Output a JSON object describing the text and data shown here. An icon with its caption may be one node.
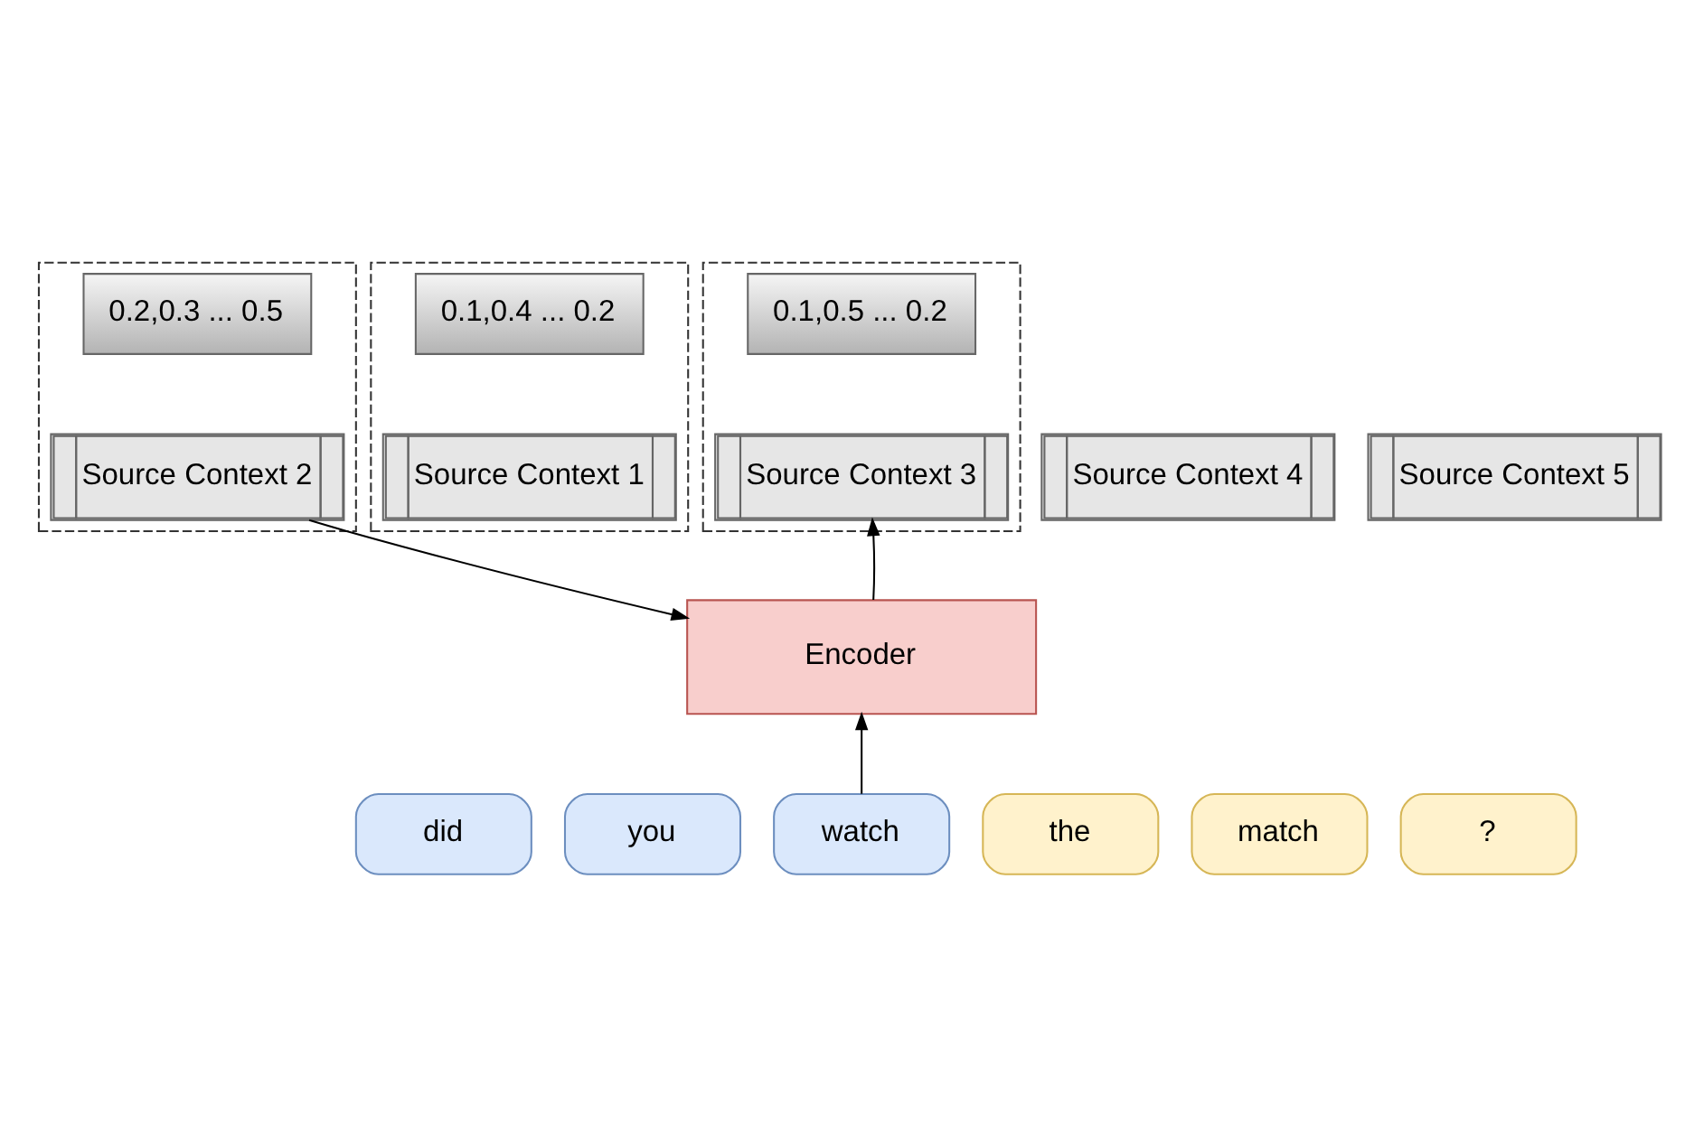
{
  "diagram": {
    "nodes": [
      {
        "text": [],
        "shape": "box"
      },
      {
        "text": [
          "0.1,0.4 ... 0.2"
        ],
        "in": 0
      },
      {
        "text": [
          "Source Context 1"
        ],
        "in": 0
      },
      {
        "text": [],
        "shape": "box"
      },
      {
        "text": [
          "0.2,0.3 ... 0.5"
        ],
        "in": 3
      },
      {
        "text": [
          "Source Context 2"
        ],
        "in": 3
      },
      {
        "text": [],
        "shape": "box"
      },
      {
        "text": [
          "0.1,0.5 ... 0.2"
        ],
        "in": 6
      },
      {
        "text": [
          "Source Context 3"
        ],
        "in": 6
      },
      {
        "text": [
          "Source Context 4"
        ]
      },
      {
        "text": [
          "Source Context 5"
        ]
      },
      {
        "text": [
          "Encoder"
        ]
      },
      {
        "text": [
          "did"
        ]
      },
      {
        "text": [
          "you"
        ]
      },
      {
        "text": [
          "watch"
        ]
      },
      {
        "text": [
          "the"
        ]
      },
      {
        "text": [
          "match"
        ]
      },
      {
        "text": [
          "?"
        ]
      }
    ],
    "edges": [
      {
        "from": 5,
        "to": 11,
        "arrow": "to"
      },
      {
        "from": 11,
        "to": 8,
        "arrow": "to"
      },
      {
        "from": 14,
        "to": 11,
        "arrow": "to"
      }
    ]
  }
}
